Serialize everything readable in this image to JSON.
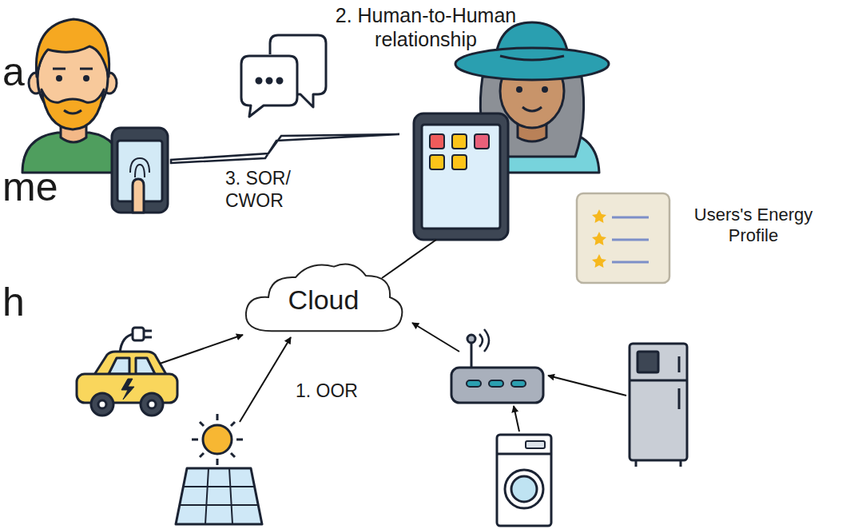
{
  "diagram": {
    "nodes": [
      {
        "text": [
          "Cloud"
        ]
      }
    ],
    "labels": [
      "2. Human-to-Human relationship",
      "3. SOR/ CWOR",
      "Users's Energy Profile",
      "1. OOR",
      "a",
      "me",
      "h"
    ]
  }
}
